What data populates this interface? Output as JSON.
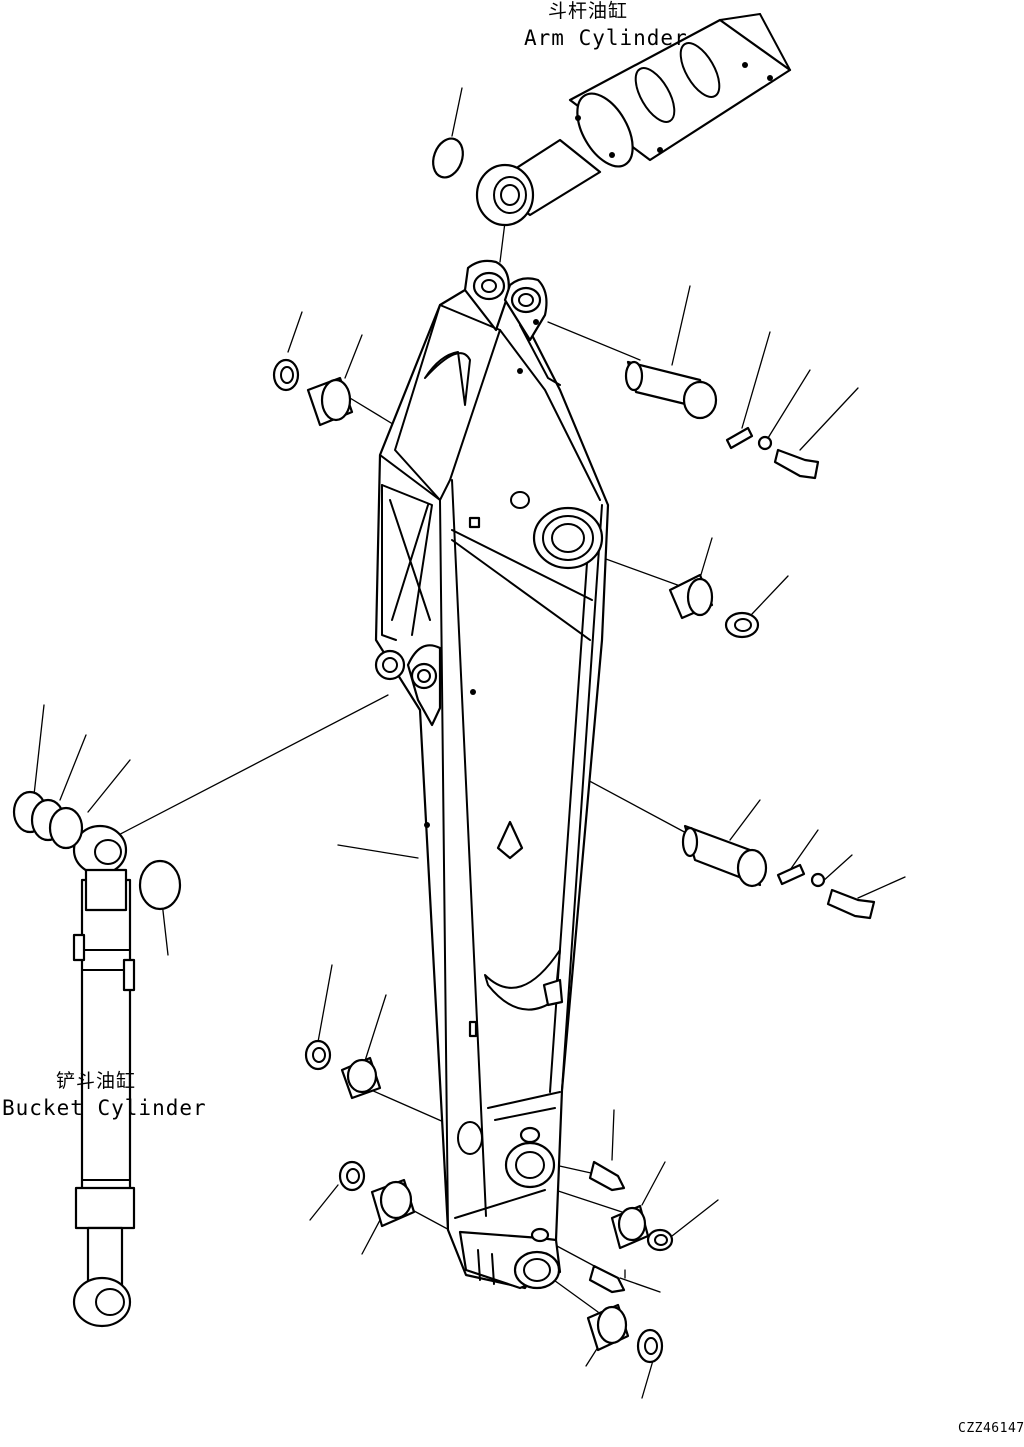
{
  "labels": {
    "arm_cylinder_cn": "斗杆油缸",
    "arm_cylinder_en": "Arm Cylinder",
    "bucket_cylinder_cn": "铲斗油缸",
    "bucket_cylinder_en": "Bucket Cylinder",
    "drawing_code": "CZZ46147"
  }
}
